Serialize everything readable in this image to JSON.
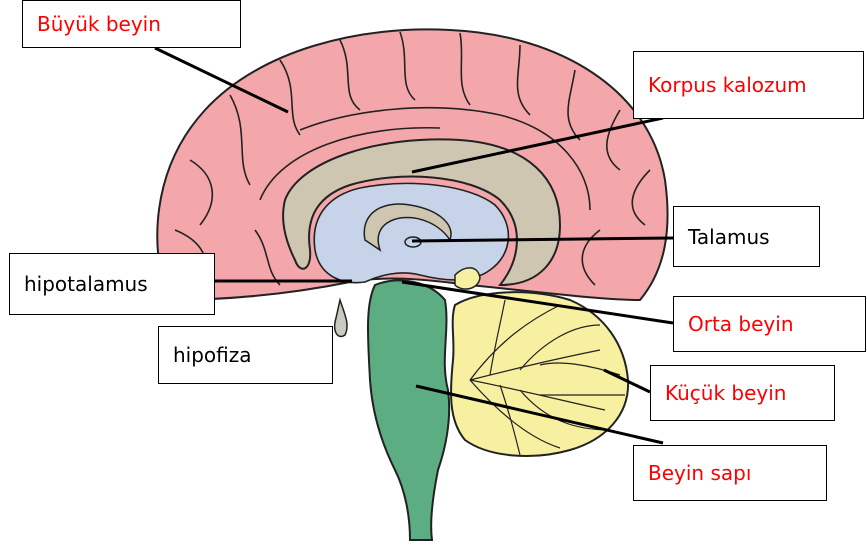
{
  "labels": {
    "cerebrum": "Büyük beyin",
    "corpus_callosum": "Korpus kalozum",
    "thalamus": "Talamus",
    "hypothalamus": "hipotalamus",
    "pituitary": "hipofiza",
    "midbrain": "Orta beyin",
    "cerebellum": "Küçük beyin",
    "brainstem": "Beyin sapı"
  },
  "colors": {
    "cerebrum": "#f4a7aa",
    "corpus_callosum": "#cfc6b2",
    "ventricle": "#c7d3e8",
    "brainstem": "#5cae82",
    "cerebellum": "#f6f0a0",
    "highlight_label": "#ff0000"
  }
}
